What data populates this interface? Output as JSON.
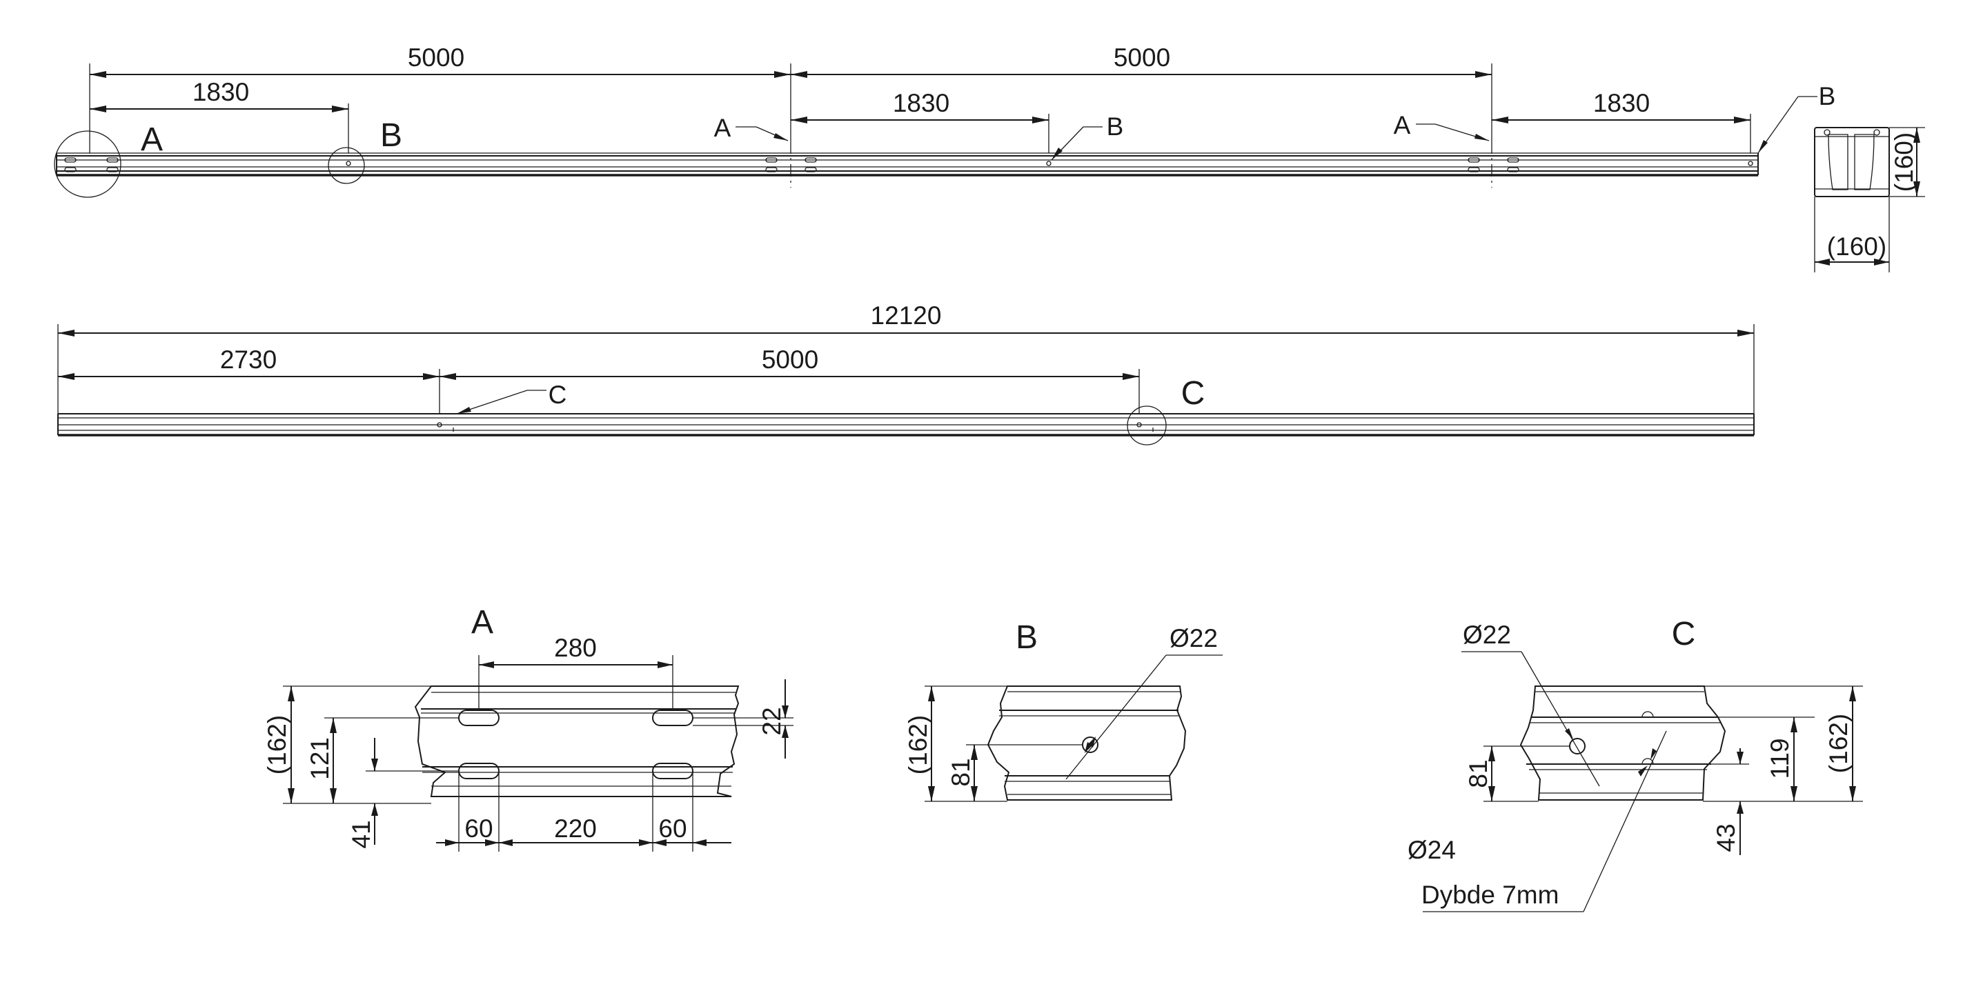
{
  "beam1": {
    "dims": [
      "5000",
      "5000",
      "1830",
      "1830",
      "1830"
    ],
    "markers": {
      "a": "A",
      "b": "B"
    }
  },
  "section": {
    "height": "(160)",
    "width": "(160)"
  },
  "beam2": {
    "dims": [
      "12120",
      "2730",
      "5000"
    ],
    "marker": "C"
  },
  "detail_a": {
    "title": "A",
    "dims": [
      "280",
      "22",
      "(162)",
      "121",
      "41",
      "60",
      "220",
      "60"
    ]
  },
  "detail_b": {
    "title": "B",
    "dims": [
      "Ø22",
      "(162)",
      "81"
    ]
  },
  "detail_c": {
    "title": "C",
    "dims": [
      "Ø22",
      "81",
      "119",
      "(162)",
      "43"
    ],
    "note_dia": "Ø24",
    "note_depth": "Dybde 7mm"
  }
}
